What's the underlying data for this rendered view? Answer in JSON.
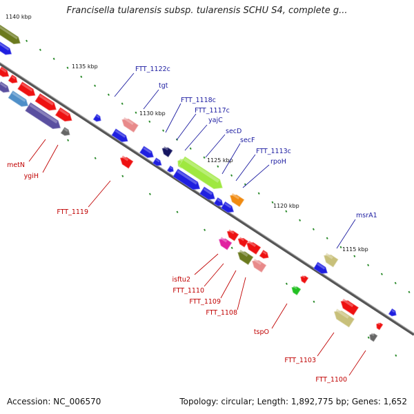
{
  "title": "Francisella tularensis subsp. tularensis SCHU S4, complete g...",
  "footer": {
    "accession": "Accession: NC_006570",
    "stats": "Topology: circular; Length: 1,892,775 bp; Genes: 1,652"
  },
  "scale_labels": [
    "1140 kbp",
    "1135 kbp",
    "1130 kbp",
    "1125 kbp",
    "1120 kbp",
    "1115 kbp"
  ],
  "forward_labels": [
    "FTT_1122c",
    "tgt",
    "FTT_1118c",
    "FTT_1117c",
    "yajC",
    "secD",
    "secF",
    "FTT_1113c",
    "rpoH",
    "msrA1"
  ],
  "reverse_labels": [
    "metN",
    "ygiH",
    "FTT_1119",
    "isftu2",
    "FTT_1110",
    "FTT_1109",
    "FTT_1108",
    "tspO",
    "FTT_1103",
    "FTT_1100"
  ],
  "colors": {
    "backbone": "#8a8a8a",
    "forward_label": "#1a1aa0",
    "reverse_label": "#c00000",
    "tick": "#2a8a2a",
    "blue": "#1f1fe0",
    "red": "#ee1111",
    "olive": "#6b7a1e",
    "lavender": "#5a4fa0",
    "steel": "#4f8fc8",
    "pink": "#e88a8a",
    "navy": "#161660",
    "lime": "#9fe840",
    "orange": "#f08a10",
    "khaki": "#c8c07a",
    "magenta": "#e020a0",
    "green": "#22c022",
    "gray": "#666666"
  }
}
